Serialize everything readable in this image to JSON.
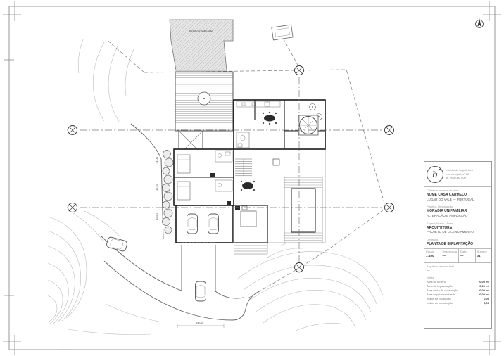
{
  "sheet": {
    "background": "#ffffff",
    "border_color": "#9a9a9a"
  },
  "plan": {
    "neighbor_label": "Prédio confinante",
    "dims": [
      "14.00",
      "12.50",
      "11.50"
    ],
    "road_dim": "14.00"
  },
  "title_block": {
    "logo_letter": "b",
    "company_lines": [
      "estúdio de arquitetura",
      "rua principal, nº 12",
      "tel. 000 000 000"
    ],
    "client_label": "Cliente e morada da obra:",
    "client_lines": [
      "NOME CASA CARMELO",
      "LUGAR DO VALE — PORTUGAL"
    ],
    "project_label": "Projeto - Designação",
    "project_lines": [
      "MORADIA UNIFAMILIAR",
      "ALTERAÇÃO E AMPLIAÇÃO"
    ],
    "specialty_label": "Especialidade - Fase",
    "specialty_lines": [
      "ARQUITETURA",
      "PROJETO DE LICENCIAMENTO"
    ],
    "drawing_label": "Desenho",
    "drawing_lines": [
      "PLANTA DE IMPLANTAÇÃO"
    ],
    "meta": {
      "headers": [
        "Escala",
        "Desenhada",
        "Data",
        "Número"
      ],
      "values": [
        "1:100",
        "—",
        "—",
        "01"
      ]
    },
    "architect_label": "Arquiteto responsável",
    "architect_value": "—",
    "notes_label": "Notas",
    "notes": [
      {
        "label": "Área do terreno",
        "value": "0,00 m²"
      },
      {
        "label": "Área de implantação",
        "value": "0,00 m²"
      },
      {
        "label": "Área bruta de construção",
        "value": "0,00 m²"
      },
      {
        "label": "Área impermeabilizada",
        "value": "0,00 m²"
      },
      {
        "label": "Índice de ocupação",
        "value": "0,00"
      },
      {
        "label": "Índice de construção",
        "value": "0,00"
      }
    ]
  }
}
